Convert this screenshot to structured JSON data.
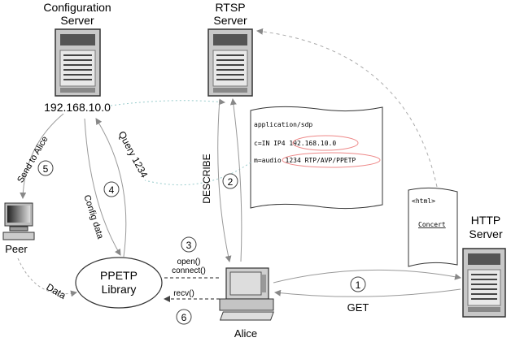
{
  "nodes": {
    "config_server": {
      "title_line1": "Configuration",
      "title_line2": "Server",
      "ip": "192.168.10.0"
    },
    "rtsp_server": {
      "title_line1": "RTSP",
      "title_line2": "Server"
    },
    "http_server": {
      "title_line1": "HTTP",
      "title_line2": "Server"
    },
    "peer": {
      "label": "Peer"
    },
    "alice": {
      "label": "Alice"
    },
    "library": {
      "line1": "PPETP",
      "line2": "Library"
    }
  },
  "sdp_document": {
    "line1": "application/sdp",
    "line2": "c=IN IP4 192.168.10.0",
    "line3": "m=audio 1234 RTP/AVP/PPETP"
  },
  "html_document": {
    "tag": "<html>",
    "link": "Concert"
  },
  "arrows": {
    "send_to_alice": "Send to Alice",
    "query": "Query 1234",
    "config_data": "Config data",
    "describe": "DESCRIBE",
    "data": "Data",
    "open": "open()",
    "connect": "connect()",
    "recv": "recv()",
    "get": "GET"
  },
  "steps": {
    "s1": "1",
    "s2": "2",
    "s3": "3",
    "s4": "4",
    "s5": "5",
    "s6": "6"
  }
}
